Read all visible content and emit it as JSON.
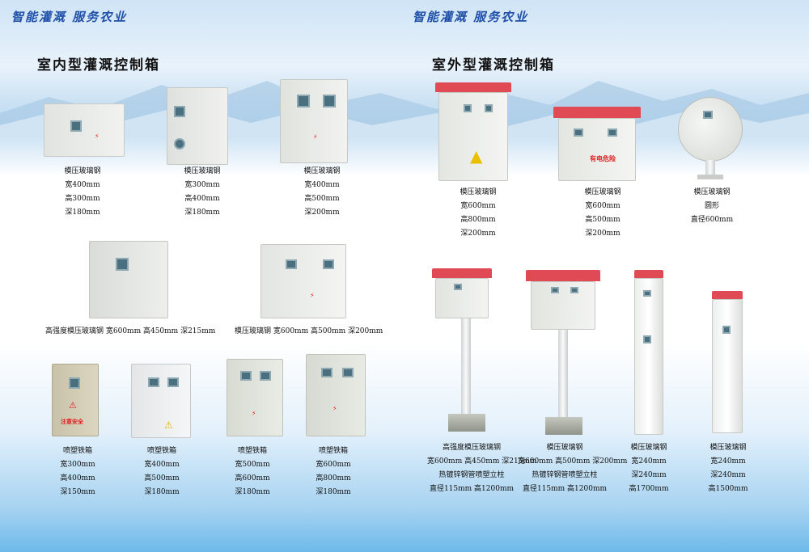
{
  "header": {
    "slogan_left": "智能灌溉  服务农业",
    "slogan_right": "智能灌溉  服务农业"
  },
  "sections": {
    "indoor_title": "室内型灌溉控制箱",
    "outdoor_title": "室外型灌溉控制箱"
  },
  "indoor": [
    {
      "lines": [
        "模压玻璃钢",
        "宽400mm",
        "高300mm",
        "深180mm"
      ]
    },
    {
      "lines": [
        "模压玻璃钢",
        "宽300mm",
        "高400mm",
        "深180mm"
      ]
    },
    {
      "lines": [
        "模压玻璃钢",
        "宽400mm",
        "高500mm",
        "深200mm"
      ]
    },
    {
      "caption": "高强度模压玻璃钢  宽600mm  高450mm  深215mm"
    },
    {
      "caption": "模压玻璃钢  宽600mm  高500mm  深200mm"
    },
    {
      "lines": [
        "喷塑铁箱",
        "宽300mm",
        "高400mm",
        "深150mm"
      ]
    },
    {
      "lines": [
        "喷塑铁箱",
        "宽400mm",
        "高500mm",
        "深180mm"
      ]
    },
    {
      "lines": [
        "喷塑铁箱",
        "宽500mm",
        "高600mm",
        "深180mm"
      ]
    },
    {
      "lines": [
        "喷塑铁箱",
        "宽600mm",
        "高800mm",
        "深180mm"
      ]
    }
  ],
  "outdoor": [
    {
      "lines": [
        "模压玻璃钢",
        "宽600mm",
        "高800mm",
        "深200mm"
      ]
    },
    {
      "lines": [
        "模压玻璃钢",
        "宽600mm",
        "高500mm",
        "深200mm"
      ]
    },
    {
      "lines": [
        "模压玻璃钢",
        "圆形",
        "直径600mm"
      ]
    },
    {
      "lines": [
        "高强度模压玻璃钢",
        "宽600mm 高450mm 深215mm",
        "热镀锌钢管喷塑立柱",
        "直径115mm 高1200mm"
      ]
    },
    {
      "lines": [
        "模压玻璃钢",
        "宽600mm 高500mm 深200mm",
        "热镀锌钢管喷塑立柱",
        "直径115mm 高1200mm"
      ]
    },
    {
      "lines": [
        "模压玻璃钢",
        "宽240mm",
        "深240mm",
        "高1700mm"
      ]
    },
    {
      "lines": [
        "模压玻璃钢",
        "宽240mm",
        "深240mm",
        "高1500mm"
      ]
    }
  ],
  "labels": {
    "danger": "有电危险",
    "safety": "注意安全"
  }
}
